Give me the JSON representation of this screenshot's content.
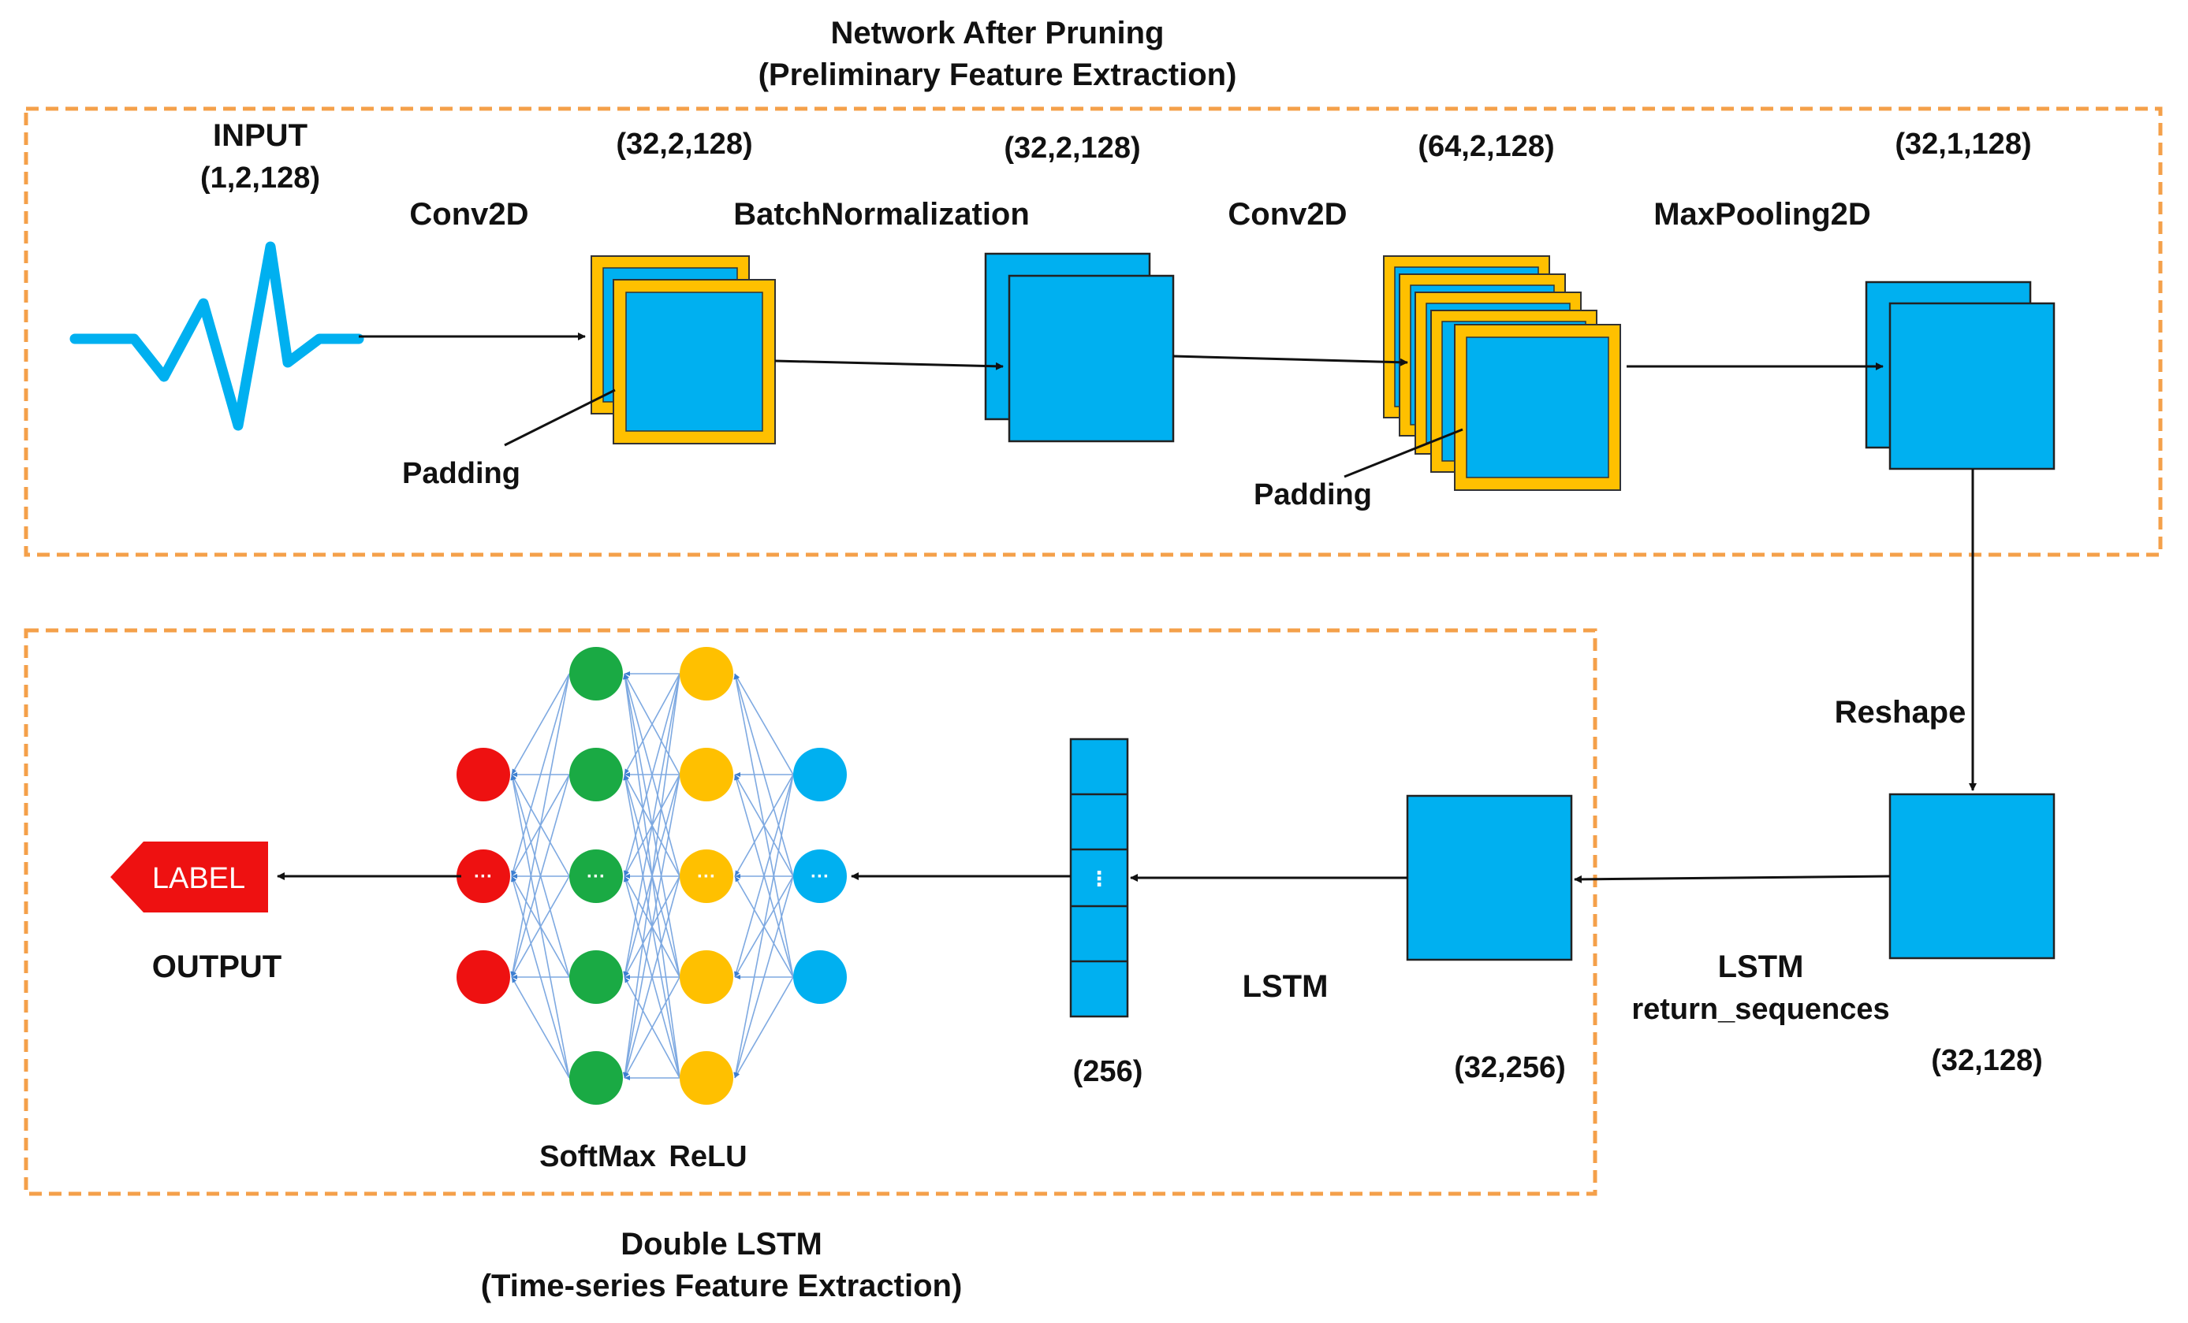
{
  "top_section": {
    "title_line1": "Network After Pruning",
    "title_line2": "(Preliminary Feature Extraction)"
  },
  "bottom_section": {
    "title_line1": "Double LSTM",
    "title_line2": "(Time-series Feature Extraction)"
  },
  "input": {
    "label": "INPUT",
    "shape": "(1,2,128)"
  },
  "stages": {
    "conv1": {
      "layer": "Conv2D",
      "shape": "(32,2,128)",
      "note": "Padding"
    },
    "bn": {
      "layer": "BatchNormalization",
      "shape": "(32,2,128)"
    },
    "conv2": {
      "layer": "Conv2D",
      "shape": "(64,2,128)",
      "note": "Padding"
    },
    "maxpool": {
      "layer": "MaxPooling2D",
      "shape": "(32,1,128)"
    },
    "reshape": {
      "label": "Reshape"
    },
    "lstm1": {
      "label_line1": "LSTM",
      "label_line2": "return_sequences",
      "shape": "(32,128)"
    },
    "lstm2": {
      "label": "LSTM",
      "shape": "(32,256)"
    },
    "vector": {
      "shape": "(256)",
      "dots": "⋮"
    },
    "activations": {
      "softmax": "SoftMax",
      "relu": "ReLU",
      "dots": "···"
    },
    "output": {
      "tag": "LABEL",
      "label": "OUTPUT"
    }
  },
  "colors": {
    "blue": "#00B0F0",
    "orange_frame": "#FFC000",
    "dashed_border": "#F4A04A",
    "neuron_red": "#EE1111",
    "neuron_green": "#1AAA44",
    "neuron_yellow": "#FFC000",
    "neuron_blue": "#00B0F0",
    "connection": "#7EA9E1"
  }
}
